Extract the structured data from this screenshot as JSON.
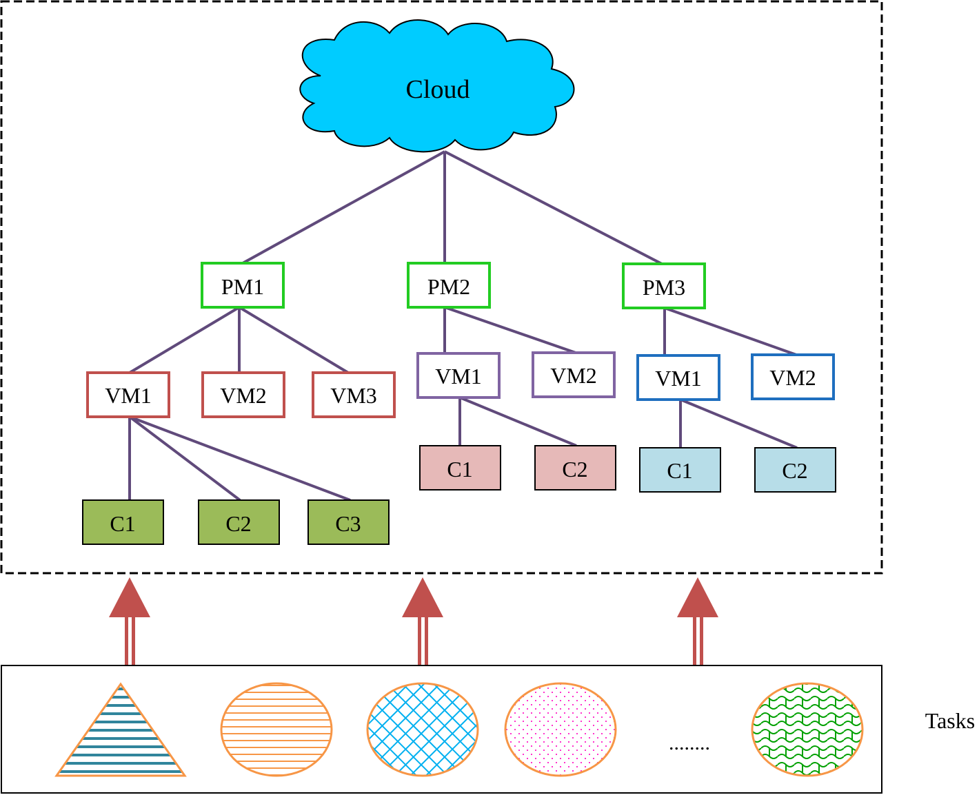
{
  "cloud": {
    "label": "Cloud",
    "fill": "#00CCFF"
  },
  "physical_machines": [
    {
      "label": "PM1",
      "border": "#22CC22",
      "vms": [
        {
          "label": "VM1",
          "border": "#C0504D",
          "containers": [
            {
              "label": "C1",
              "fill": "#9BBB59"
            },
            {
              "label": "C2",
              "fill": "#9BBB59"
            },
            {
              "label": "C3",
              "fill": "#9BBB59"
            }
          ]
        },
        {
          "label": "VM2",
          "border": "#C0504D",
          "containers": []
        },
        {
          "label": "VM3",
          "border": "#C0504D",
          "containers": []
        }
      ]
    },
    {
      "label": "PM2",
      "border": "#22CC22",
      "vms": [
        {
          "label": "VM1",
          "border": "#8064A2",
          "containers": [
            {
              "label": "C1",
              "fill": "#E6B9B8"
            },
            {
              "label": "C2",
              "fill": "#E6B9B8"
            }
          ]
        },
        {
          "label": "VM2",
          "border": "#8064A2",
          "containers": []
        }
      ]
    },
    {
      "label": "PM3",
      "border": "#22CC22",
      "vms": [
        {
          "label": "VM1",
          "border": "#1F6FBF",
          "containers": [
            {
              "label": "C1",
              "fill": "#B7DDE8"
            },
            {
              "label": "C2",
              "fill": "#B7DDE8"
            }
          ]
        },
        {
          "label": "VM2",
          "border": "#1F6FBF",
          "containers": []
        }
      ]
    }
  ],
  "edge_color": "#604A7B",
  "arrow_color": "#C0504D",
  "tasks": {
    "label": "Tasks",
    "ellipsis": "........",
    "shape_border": "#F79646",
    "shapes": [
      {
        "kind": "triangle",
        "pattern": "horizontal-stripes",
        "color": "#31859C"
      },
      {
        "kind": "ellipse",
        "pattern": "horizontal-stripes",
        "color": "#F79646"
      },
      {
        "kind": "ellipse",
        "pattern": "diagonal-crosshatch",
        "color": "#00B0F0"
      },
      {
        "kind": "ellipse",
        "pattern": "dots",
        "color": "#FF33CC"
      },
      {
        "kind": "ellipse",
        "pattern": "waves",
        "color": "#00A000"
      }
    ]
  }
}
